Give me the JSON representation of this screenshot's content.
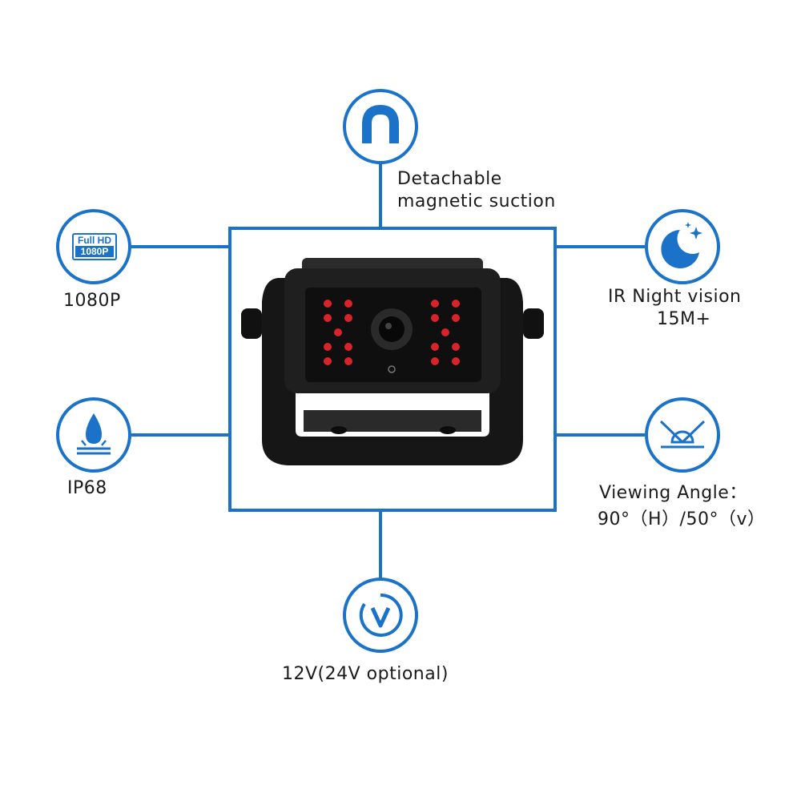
{
  "colors": {
    "accent": "#1a73c8",
    "led": "#d8232a",
    "camera_body": "#1c1c1c"
  },
  "features": {
    "top": {
      "icon": "magnet-icon",
      "line1": "Detachable",
      "line2": "magnetic suction"
    },
    "left_top": {
      "icon": "full-hd-icon",
      "badge_line1": "Full HD",
      "badge_line2": "1080P",
      "label": "1080P"
    },
    "left_bottom": {
      "icon": "water-drop-icon",
      "label": "IP68"
    },
    "right_top": {
      "icon": "night-moon-icon",
      "line1": "IR Night vision",
      "line2": "15M+"
    },
    "right_bottom": {
      "icon": "viewing-angle-icon",
      "line1": "Viewing Angle：",
      "line2": "90°（H）/50°（v）"
    },
    "bottom": {
      "icon": "voltage-icon",
      "label": "12V(24V optional)"
    }
  }
}
